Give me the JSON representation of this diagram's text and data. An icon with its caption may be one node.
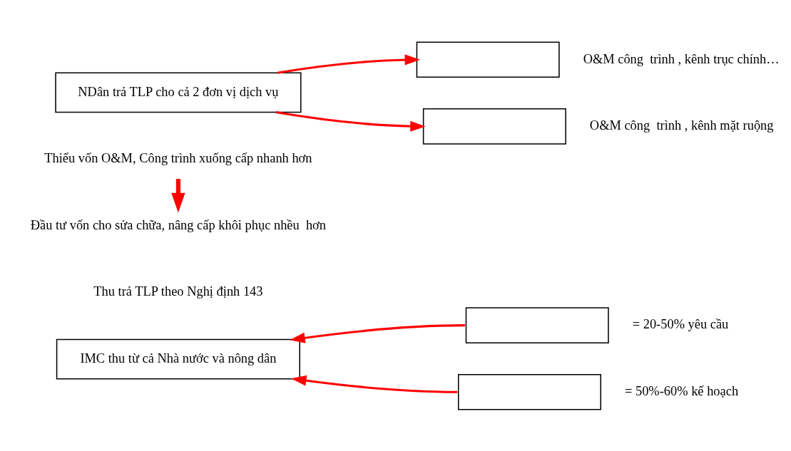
{
  "diagram": {
    "nodes": [
      {
        "text": [
          "IMC thu từ cả Nhà nước và nông dân"
        ]
      },
      {
        "text": [],
        "shape": "box",
        "beside": [
          "= 20-50% yêu cầu"
        ]
      },
      {
        "text": [],
        "shape": "box",
        "beside": [
          "= 50%-60% kế hoạch"
        ]
      },
      {
        "text": [
          "Thiếu vốn O&M, Công trình xuống cấp nhanh hơn"
        ]
      },
      {
        "text": [
          "Đầu tư vốn cho sửa chữa, nâng cấp khôi phục nhều  hơn"
        ]
      },
      {
        "text": [
          "NDân trả TLP cho cả 2 đơn vị dịch vụ"
        ]
      },
      {
        "text": [],
        "shape": "box",
        "beside": [
          "O&M công  trình , kênh trục chính…"
        ]
      },
      {
        "text": [],
        "shape": "box",
        "beside": [
          "O&M công  trình , kênh mặt ruộng"
        ]
      }
    ],
    "edges": [
      {
        "from": 1,
        "to": 0,
        "arrow": "to"
      },
      {
        "from": 2,
        "to": 0,
        "arrow": "to"
      },
      {
        "from": 3,
        "to": 4,
        "arrow": "to",
        "style": "thick"
      },
      {
        "from": 5,
        "to": 6,
        "arrow": "to"
      },
      {
        "from": 5,
        "to": 7,
        "arrow": "to"
      }
    ],
    "labels": [
      "Thu trả TLP theo Nghị định 143"
    ]
  }
}
